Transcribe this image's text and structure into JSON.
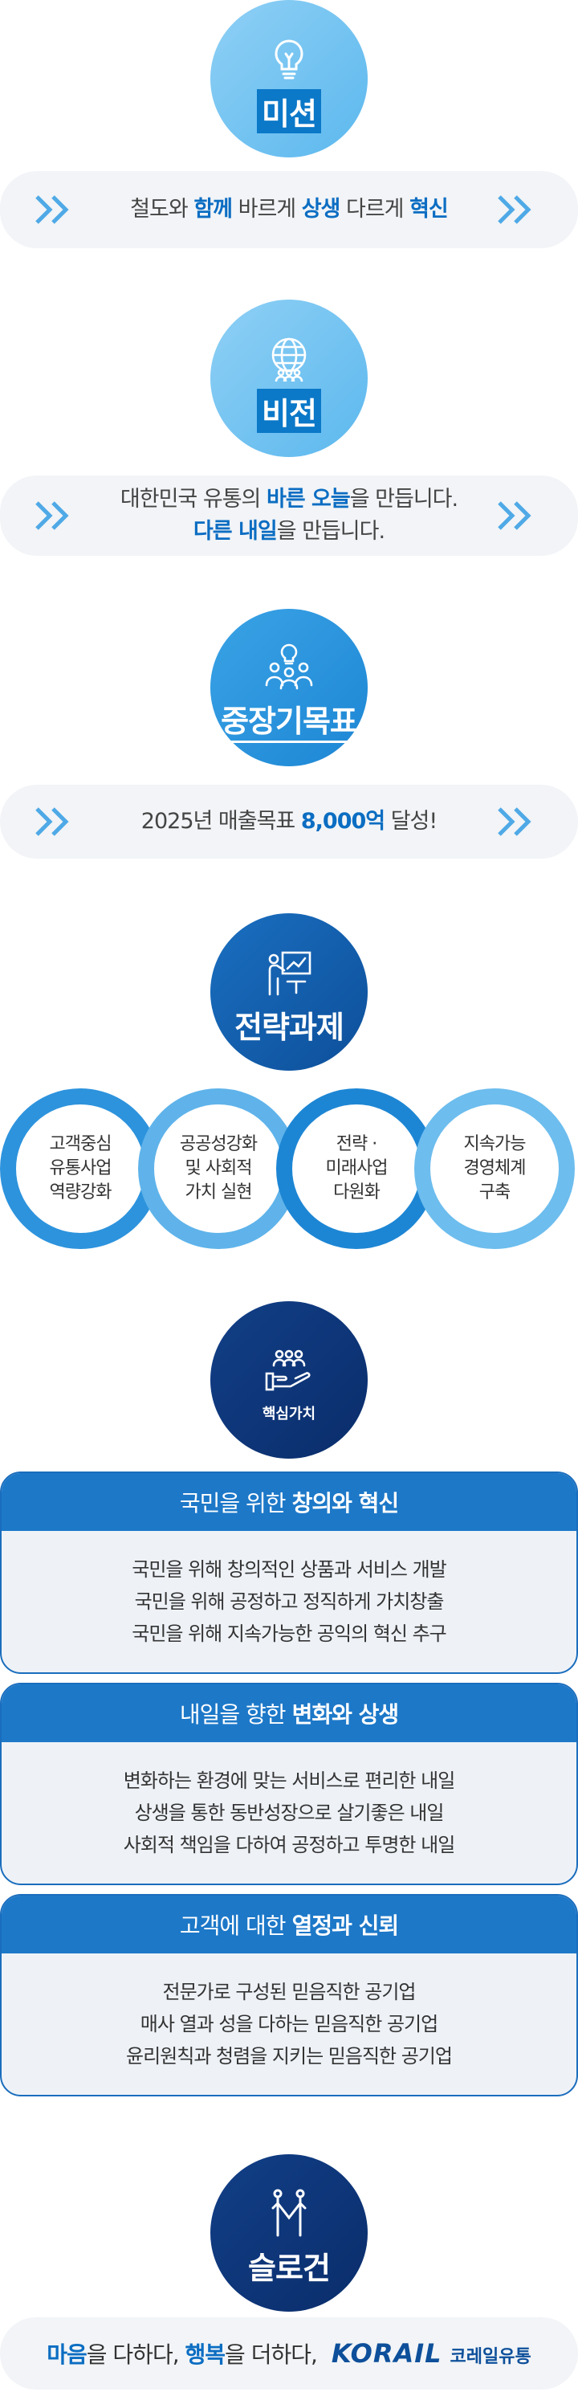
{
  "mission": {
    "title": "미션",
    "icon": "lightbulb-icon",
    "text_parts": [
      {
        "t": "철도와 ",
        "h": false
      },
      {
        "t": "함께",
        "h": true
      },
      {
        "t": " 바르게 ",
        "h": false
      },
      {
        "t": "상생",
        "h": true
      },
      {
        "t": " 다르게 ",
        "h": false
      },
      {
        "t": "혁신",
        "h": true
      }
    ]
  },
  "vision": {
    "title": "비전",
    "icon": "globe-people-icon",
    "line1_parts": [
      {
        "t": "대한민국 유통의 ",
        "h": false
      },
      {
        "t": "바른 오늘",
        "h": true
      },
      {
        "t": "을 만듭니다.",
        "h": false
      }
    ],
    "line2_parts": [
      {
        "t": "다른 내일",
        "h": true
      },
      {
        "t": "을 만듭니다.",
        "h": false
      }
    ]
  },
  "target": {
    "title": "중장기목표",
    "icon": "team-idea-icon",
    "text_parts": [
      {
        "t": "2025년 매출목표 ",
        "h": false
      },
      {
        "t": "8,000억",
        "h": true
      },
      {
        "t": " 달성!",
        "h": false
      }
    ]
  },
  "strategy": {
    "title": "전략과제",
    "icon": "presenter-board-icon",
    "items": [
      [
        "고객중심",
        "유통사업",
        "역량강화"
      ],
      [
        "공공성강화",
        "및 사회적",
        "가치 실현"
      ],
      [
        "전략 ·",
        "미래사업",
        "다원화"
      ],
      [
        "지속가능",
        "경영체계",
        "구축"
      ]
    ]
  },
  "core_values": {
    "title": "핵심가치",
    "icon": "hand-people-icon",
    "cards": [
      {
        "head_pre": "국민을 위한",
        "head_bold": "창의와 혁신",
        "lines": [
          "국민을 위해 창의적인 상품과 서비스 개발",
          "국민을 위해 공정하고 정직하게 가치창출",
          "국민을 위해 지속가능한 공익의 혁신 추구"
        ]
      },
      {
        "head_pre": "내일을 향한",
        "head_bold": "변화와 상생",
        "lines": [
          "변화하는 환경에 맞는 서비스로 편리한 내일",
          "상생을 통한 동반성장으로 살기좋은 내일",
          "사회적 책임을 다하여 공정하고 투명한 내일"
        ]
      },
      {
        "head_pre": "고객에 대한",
        "head_bold": "열정과 신뢰",
        "lines": [
          "전문가로 구성된 믿음직한 공기업",
          "매사 열과 성을 다하는 믿음직한 공기업",
          "윤리원칙과 청렴을 지키는 믿음직한 공기업"
        ]
      }
    ]
  },
  "slogan": {
    "title": "슬로건",
    "icon": "handshake-people-icon",
    "text_parts": [
      {
        "t": "마음",
        "h": true
      },
      {
        "t": "을 다하다, ",
        "h": false
      },
      {
        "t": "행복",
        "h": true
      },
      {
        "t": "을 더하다,",
        "h": false
      }
    ],
    "brand": "KORAIL",
    "brand_kr": "코레일유통"
  },
  "colors": {
    "accent": "#0b6dc2",
    "band_bg": "#f2f4f7",
    "card_head": "#1d78c8"
  }
}
